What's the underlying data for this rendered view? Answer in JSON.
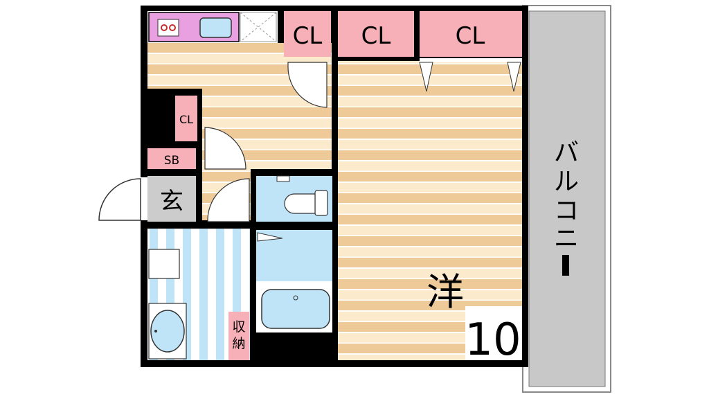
{
  "floorplan": {
    "labels": {
      "closet_a": "CL",
      "closet_b": "CL",
      "closet_c": "CL",
      "closet_small": "CL",
      "shoe_box": "SB",
      "entrance": "玄",
      "storage": [
        "収",
        "納"
      ],
      "western_room": "洋",
      "room_size": "10",
      "balcony": [
        "バ",
        "ル",
        "コ",
        "ニ",
        "ー"
      ]
    },
    "colors": {
      "closet": "#f7b0b8",
      "kitchen": "#e8a0e0",
      "bath": "#bfe4f8",
      "floor_light": "#fbeacb",
      "floor_dark": "#eeca98",
      "balcony": "#c8c8c8",
      "wall": "#000000",
      "entrance": "#cccccc",
      "washroom_stripe": "#bfe4f8"
    }
  }
}
